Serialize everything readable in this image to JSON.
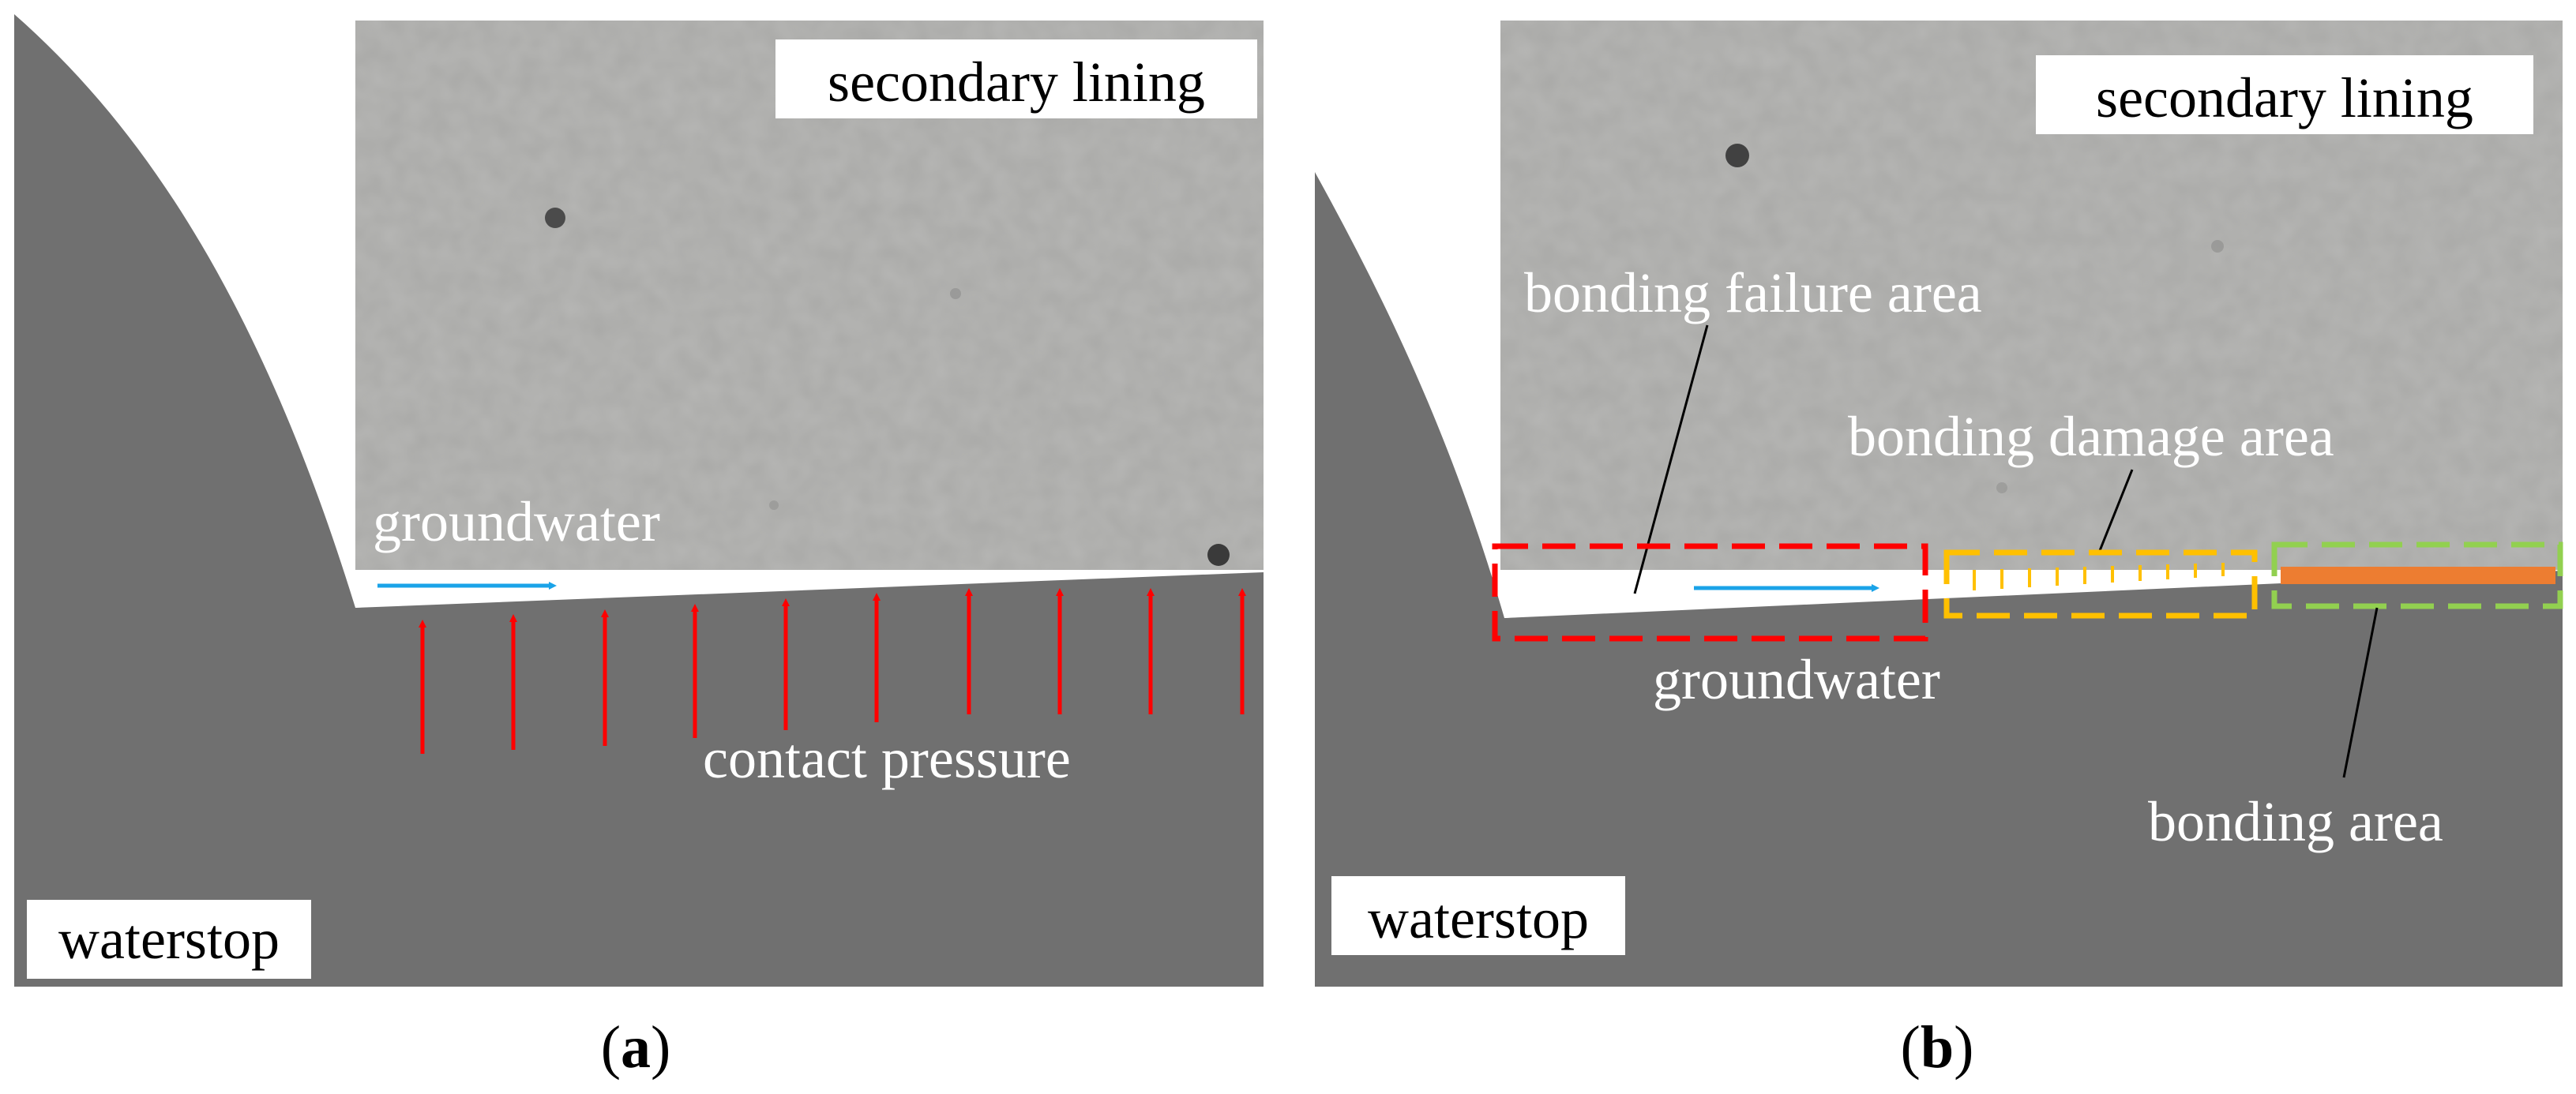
{
  "panel_a": {
    "lining_label": "secondary lining",
    "groundwater_label": "groundwater",
    "pressure_label": "contact pressure",
    "waterstop_label": "waterstop",
    "caption_letter": "a"
  },
  "panel_b": {
    "lining_label": "secondary lining",
    "failure_label": "bonding failure area",
    "damage_label": "bonding damage area",
    "groundwater_label": "groundwater",
    "bonding_label": "bonding area",
    "waterstop_label": "waterstop",
    "caption_letter": "b"
  },
  "colors": {
    "waterstop": "#707070",
    "lining": "#a9a9a7",
    "pressure_arrow": "#ff0000",
    "groundwater_arrow": "#1aa3e8",
    "failure_box": "#ff0000",
    "damage_box": "#ffc000",
    "bonding_box": "#92d050",
    "bonding_bar": "#ed7d31"
  }
}
